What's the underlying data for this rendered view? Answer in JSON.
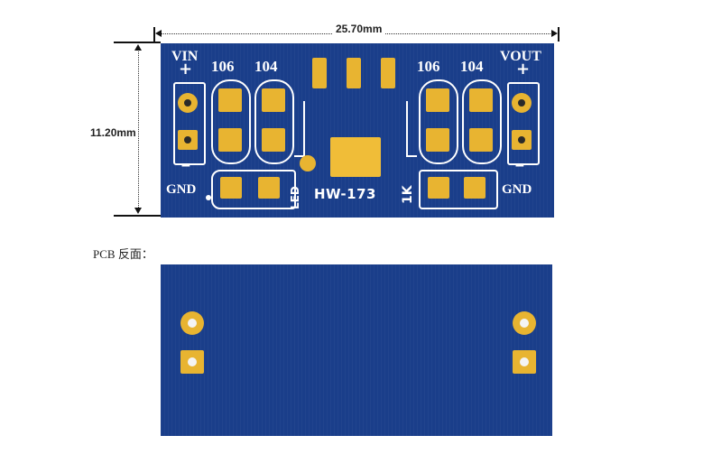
{
  "dimensions": {
    "width_label": "25.70mm",
    "height_label": "11.20mm"
  },
  "front": {
    "labels": {
      "vin": "VIN",
      "vout": "VOUT",
      "plus": "+",
      "minus": "−",
      "gnd_left": "GND",
      "gnd_right": "GND",
      "c106_left": "106",
      "c104_left": "104",
      "c106_right": "106",
      "c104_right": "104",
      "led": "LED",
      "model": "HW-173",
      "resistor": "1K"
    }
  },
  "back": {
    "caption": "PCB 反面："
  },
  "colors": {
    "pcb": "#1a3e8a",
    "pad": "#e8b431",
    "silkscreen": "#ffffff"
  }
}
